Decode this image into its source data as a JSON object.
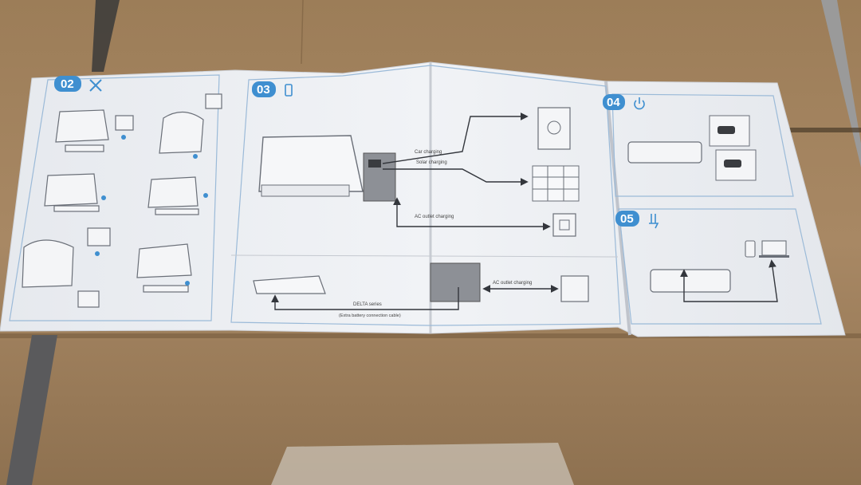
{
  "panels": [
    {
      "id": "p02",
      "number": "02",
      "icon": "tools-icon"
    },
    {
      "id": "p03",
      "number": "03",
      "icon": "battery-icon"
    },
    {
      "id": "p04",
      "number": "04",
      "icon": "power-icon"
    },
    {
      "id": "p05",
      "number": "05",
      "icon": "plug-icon"
    }
  ],
  "labels": {
    "car_charging": "Car charging",
    "solar_charging": "Solar charging",
    "ac_outlet_charging": "AC outlet charging",
    "ac_outlet_charging_2": "AC outlet charging",
    "delta_series": "DELTA series",
    "extra_battery_cable": "(Extra battery connection cable)"
  },
  "colors": {
    "cardboard": "#a8865e",
    "paper": "#eef0f4",
    "accent_blue": "#3f8fd0",
    "line": "#6a6f78",
    "border_blue": "#9bbad8"
  }
}
